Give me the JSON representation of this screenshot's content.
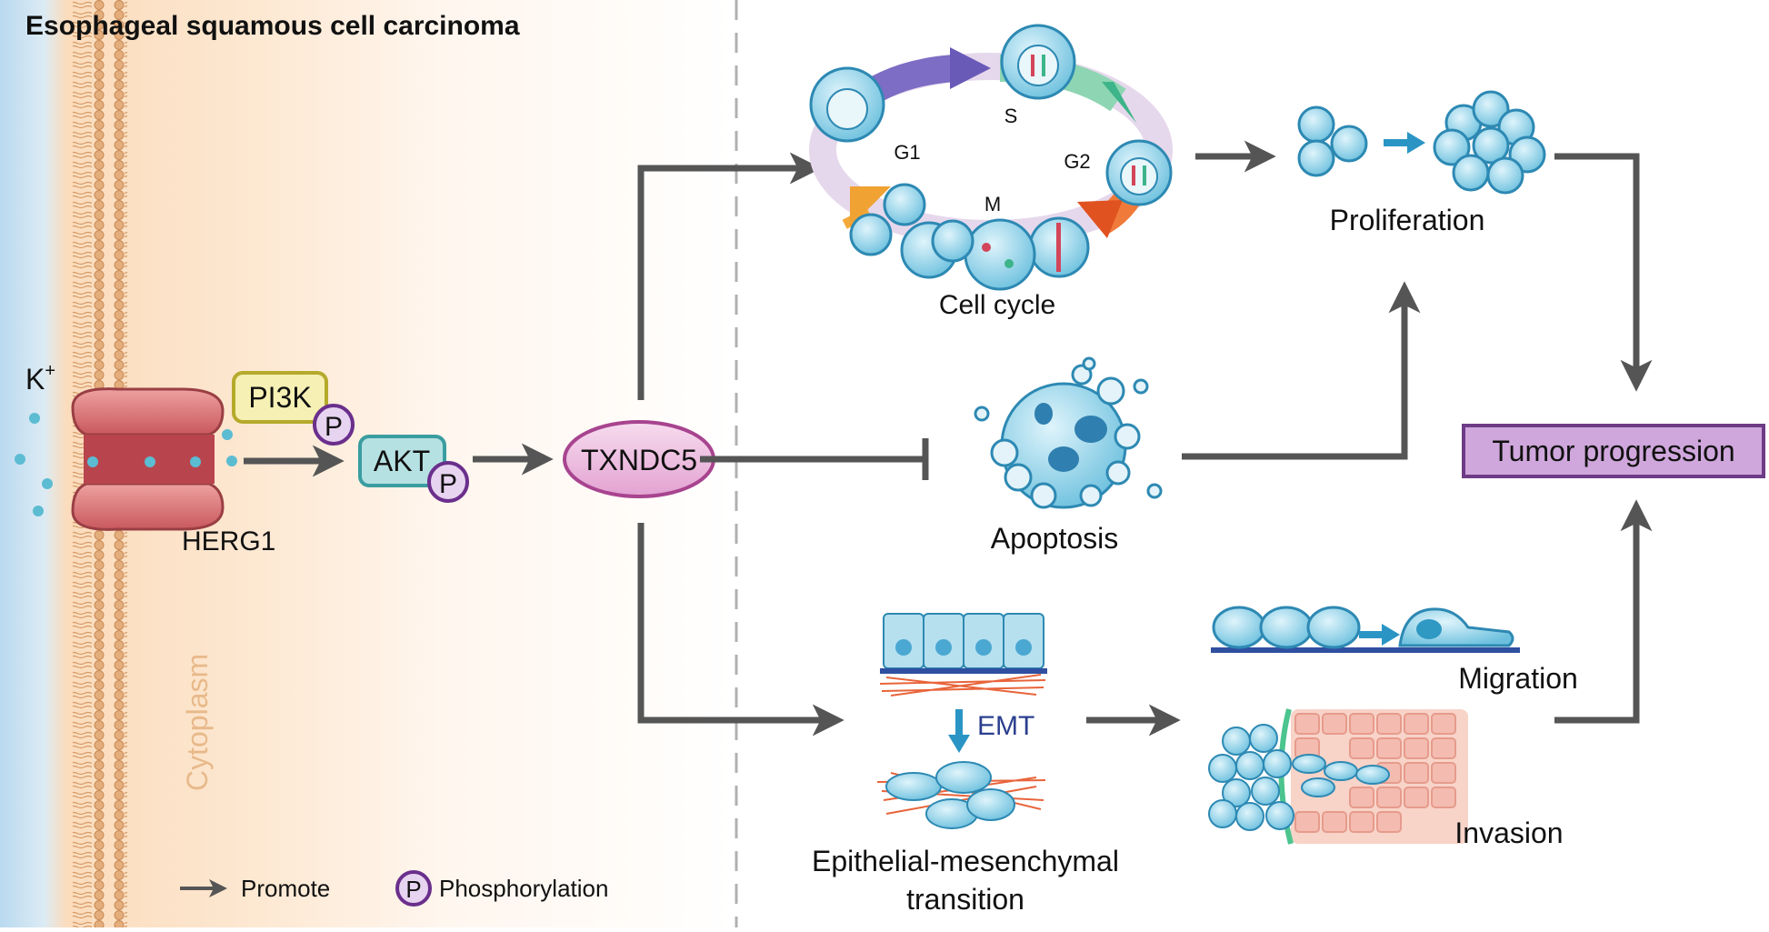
{
  "title": "Esophageal squamous cell carcinoma",
  "ion_label": "K",
  "ion_charge": "+",
  "compartment_label": "Cytoplasm",
  "nodes": {
    "herg1": "HERG1",
    "pi3k": "PI3K",
    "akt": "AKT",
    "phospho_mark": "P",
    "txndc5": "TXNDC5",
    "tumor_progression": "Tumor progression"
  },
  "cell_cycle": {
    "label": "Cell cycle",
    "phases": {
      "g1": "G1",
      "s": "S",
      "g2": "G2",
      "m": "M"
    }
  },
  "outcomes": {
    "proliferation": "Proliferation",
    "apoptosis": "Apoptosis",
    "emt_short": "EMT",
    "emt_line1": "Epithelial-mesenchymal",
    "emt_line2": "transition",
    "migration": "Migration",
    "invasion": "Invasion"
  },
  "legend": {
    "promote": "Promote",
    "phospho_symbol": "P",
    "phosphorylation": "Phosphorylation"
  },
  "colors": {
    "extracellular": "#bcdcf2",
    "cytoplasm": "#fbdcbc",
    "membrane_lipid": "#e3ad7c",
    "channel": "#d9767a",
    "pi3k_fill": "#f6f0b4",
    "pi3k_border": "#b5aa2b",
    "akt_fill": "#b6e1e3",
    "akt_border": "#3a9da0",
    "phospho_fill": "#e7d4f0",
    "phospho_border": "#6a2f8c",
    "txndc5_fill": "#ebb6dc",
    "txndc5_border": "#a8448f",
    "tumor_fill": "#cfa7dc",
    "tumor_border": "#6e3b87",
    "cell": "#6cc0de",
    "arrow": "#555555",
    "emt_text": "#2b3f8f"
  }
}
